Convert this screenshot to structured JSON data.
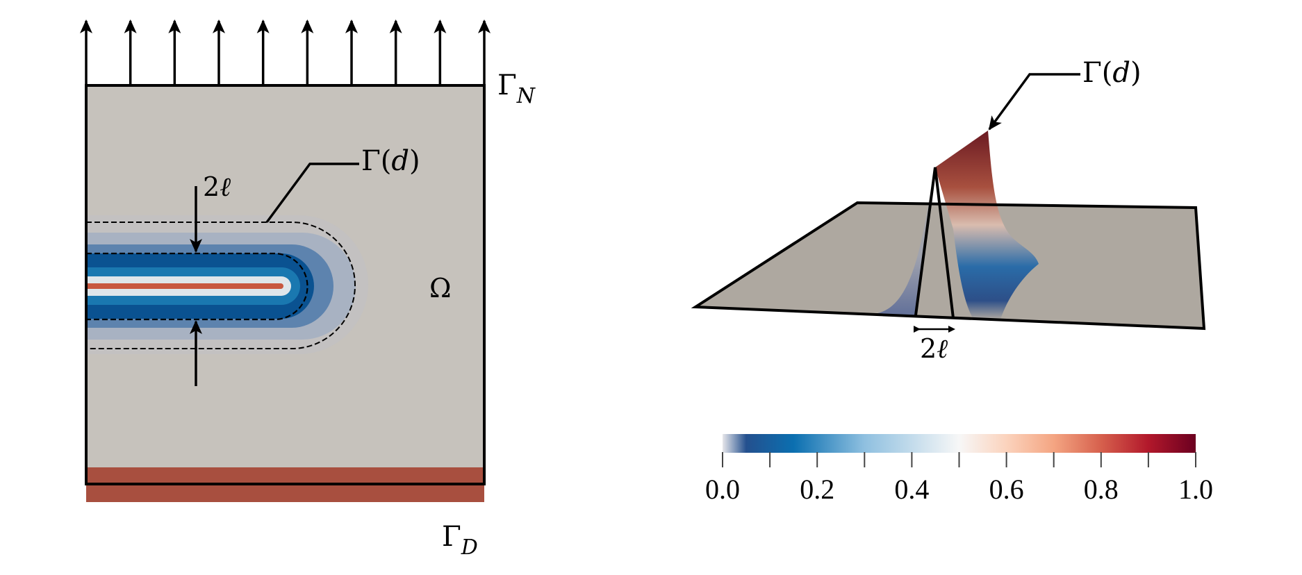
{
  "left_panel": {
    "neumann_label": {
      "base": "Γ",
      "sub": "N"
    },
    "dirichlet_label": {
      "base": "Γ",
      "sub": "D"
    },
    "domain_label": "Ω",
    "crack_label": {
      "base": "Γ(",
      "var": "d",
      "close": ")"
    },
    "width_label": {
      "num": "2",
      "var": "ℓ"
    },
    "load_arrow_count": 10
  },
  "right_panel": {
    "crack_label": {
      "base": "Γ(",
      "var": "d",
      "close": ")"
    },
    "width_label": {
      "num": "2",
      "var": "ℓ"
    }
  },
  "colorbar": {
    "range": [
      0.0,
      1.0
    ],
    "labels": [
      "0.0",
      "0.2",
      "0.4",
      "0.6",
      "0.8",
      "1.0"
    ],
    "minor_step": 0.1,
    "colormap": [
      {
        "v": 0.0,
        "c": "#e6e6ea"
      },
      {
        "v": 0.05,
        "c": "#24508e"
      },
      {
        "v": 0.15,
        "c": "#0b6fb0"
      },
      {
        "v": 0.3,
        "c": "#8fc0e0"
      },
      {
        "v": 0.5,
        "c": "#f7f7f7"
      },
      {
        "v": 0.6,
        "c": "#fbd3bd"
      },
      {
        "v": 0.7,
        "c": "#f4a582"
      },
      {
        "v": 0.8,
        "c": "#d6604d"
      },
      {
        "v": 0.9,
        "c": "#b2182b"
      },
      {
        "v": 1.0,
        "c": "#6b0020"
      }
    ]
  },
  "colors": {
    "domain_left": "#c6c2bc",
    "domain_right": "#aea8a0",
    "dirichlet_bar": "#a84f3f",
    "crack_blue": "#0a5a96",
    "crack_red": "#c8583f"
  }
}
